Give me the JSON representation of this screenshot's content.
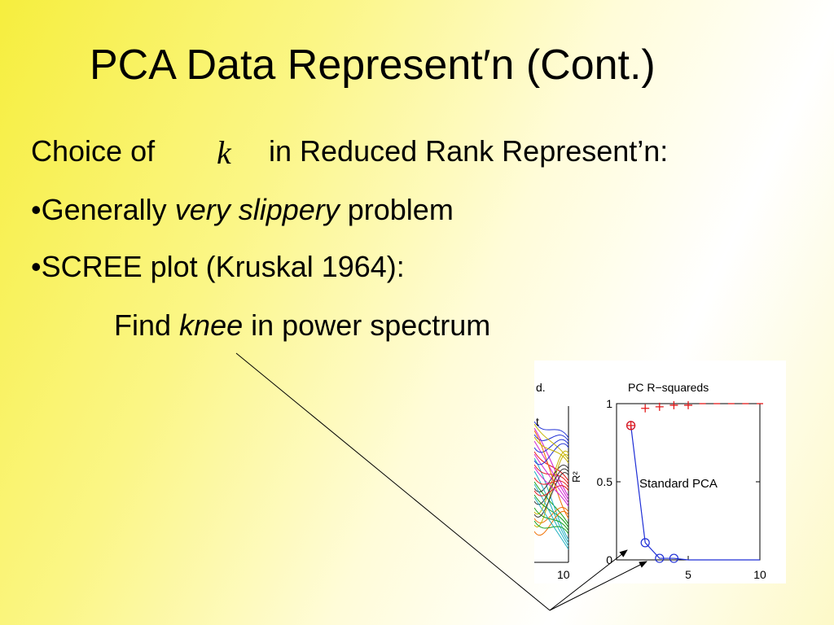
{
  "slide": {
    "title": "PCA Data Represent′n (Cont.)",
    "choice_prefix": "Choice of",
    "k_symbol": "k",
    "choice_suffix": "in Reduced Rank Represent’n:",
    "bullet1_pre": "•Generally ",
    "bullet1_em": "very slippery",
    "bullet1_post": " problem",
    "bullet2": "•SCREE plot (Kruskal 1964):",
    "find_pre": "Find ",
    "find_em": "knee",
    "find_post": " in power spectrum"
  },
  "figure": {
    "left_panel": {
      "frag_top": "d.",
      "frag_mid": "t",
      "xtick_right": "10"
    },
    "title": "PC R−squareds",
    "ylabel": "R²",
    "annotation": "Standard PCA",
    "yticks": [
      "1",
      "0.5",
      "0"
    ],
    "xticks": [
      "5",
      "10"
    ],
    "colors": {
      "blue": "#1f2fd6",
      "red": "#e41a1a"
    }
  },
  "chart_data": {
    "type": "line",
    "title": "PC R−squareds",
    "xlabel": "",
    "ylabel": "R²",
    "xlim": [
      0,
      10
    ],
    "ylim": [
      0,
      1
    ],
    "series": [
      {
        "name": "",
        "x": [
          1,
          2,
          3,
          4,
          5,
          6,
          7,
          8,
          9,
          10
        ],
        "values": [
          0.86,
          0.11,
          0.01,
          0.01,
          0.0,
          0.0,
          0.0,
          0.0,
          0.0,
          0.0
        ]
      },
      {
        "name": "",
        "x": [
          1,
          2,
          3,
          4,
          5,
          6,
          7,
          8,
          9,
          10
        ],
        "values": [
          0.86,
          0.97,
          0.98,
          0.99,
          0.99,
          1.0,
          1.0,
          1.0,
          1.0,
          1.0
        ]
      }
    ]
  }
}
